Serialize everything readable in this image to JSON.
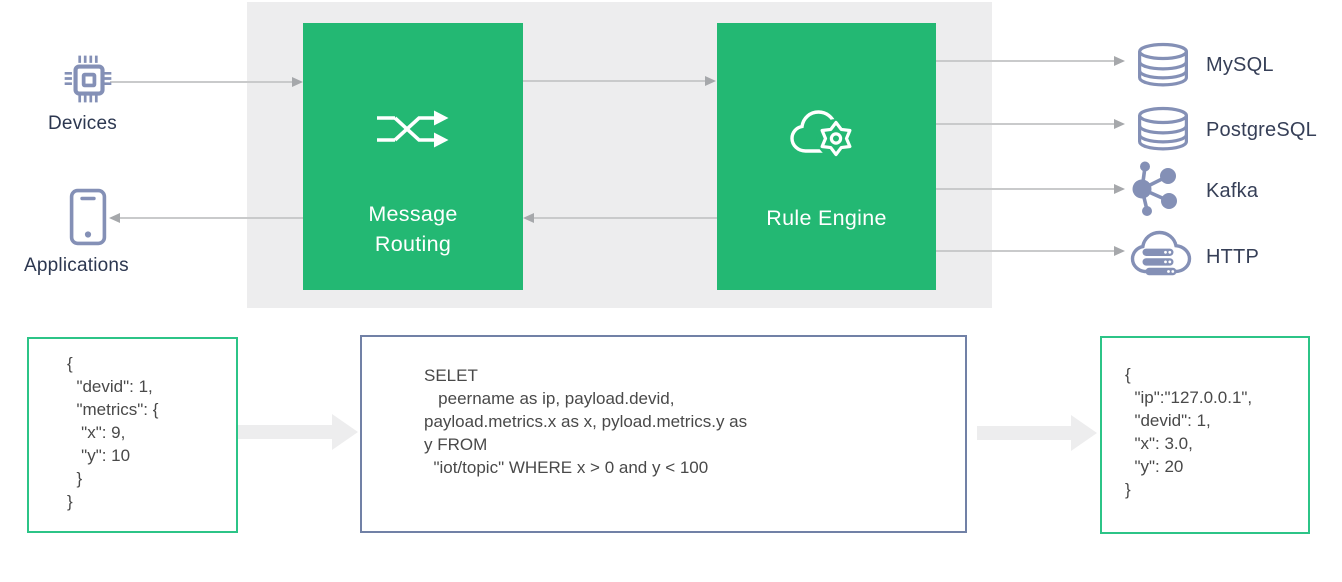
{
  "palette": {
    "box_green": "#23b873",
    "panel_gray": "#ededee",
    "icon_blue_gray": "#8490b6",
    "label_navy": "#2c3750",
    "thin_line_gray": "#c9cacb",
    "thick_arrow_gray": "#ededee",
    "green_border": "#2cc487",
    "slate_border": "#7181a6",
    "code_text": "#494949"
  },
  "sources": [
    {
      "id": "devices",
      "label": "Devices",
      "icon": "chip-icon"
    },
    {
      "id": "applications",
      "label": "Applications",
      "icon": "smartphone-icon"
    }
  ],
  "processors": [
    {
      "id": "message-routing",
      "label": "Message\nRouting",
      "icon": "shuffle-icon"
    },
    {
      "id": "rule-engine",
      "label": "Rule Engine",
      "icon": "cloud-gear-icon"
    }
  ],
  "sinks": [
    {
      "id": "mysql",
      "label": "MySQL",
      "icon": "database-icon"
    },
    {
      "id": "postgresql",
      "label": "PostgreSQL",
      "icon": "database-icon"
    },
    {
      "id": "kafka",
      "label": "Kafka",
      "icon": "kafka-share-icon"
    },
    {
      "id": "http",
      "label": "HTTP",
      "icon": "cloud-server-icon"
    }
  ],
  "flow": {
    "input_message": "{\n  \"devid\": 1,\n  \"metrics\": {\n   \"x\": 9,\n   \"y\": 10\n  }\n}",
    "rule_sql": "SELET\n   peername as ip, payload.devid,\npayload.metrics.x as x, pyload.metrics.y as\ny FROM\n  \"iot/topic\" WHERE x > 0 and y < 100",
    "output_message": "{\n  \"ip\":\"127.0.0.1\",\n  \"devid\": 1,\n  \"x\": 3.0,\n  \"y\": 20\n}"
  }
}
